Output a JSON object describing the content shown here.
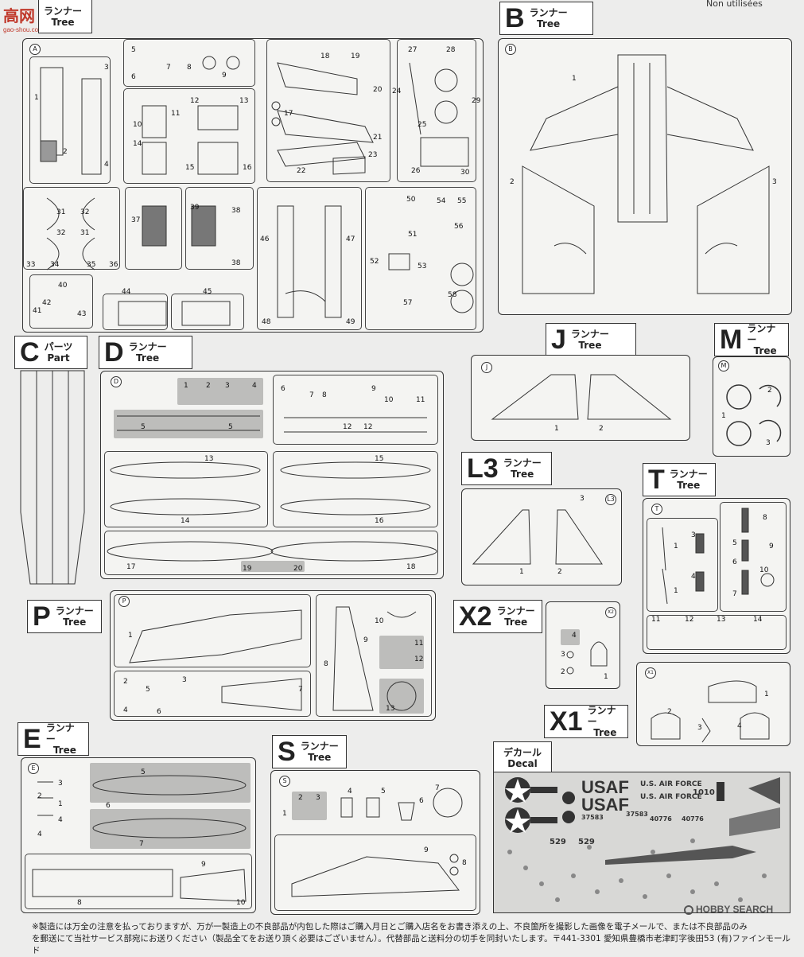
{
  "header": {
    "top_right_note": "Non utilisées"
  },
  "watermark_top": {
    "brand_cn": "高网",
    "brand_url": "gao-shou.com"
  },
  "watermark_bottom": {
    "brand": "HOBBY SEARCH"
  },
  "runners": {
    "A": {
      "letter": "",
      "jp": "ランナー",
      "en": "Tree",
      "tag": "A"
    },
    "B": {
      "letter": "B",
      "jp": "ランナー",
      "en": "Tree",
      "tag": "B"
    },
    "C": {
      "letter": "C",
      "jp": "パーツ",
      "en": "Part"
    },
    "D": {
      "letter": "D",
      "jp": "ランナー",
      "en": "Tree",
      "tag": "D"
    },
    "J": {
      "letter": "J",
      "jp": "ランナー",
      "en": "Tree",
      "tag": "J"
    },
    "M": {
      "letter": "M",
      "jp": "ランナー",
      "en": "Tree",
      "tag": "M"
    },
    "L3": {
      "letter": "L3",
      "jp": "ランナー",
      "en": "Tree",
      "tag": "L3"
    },
    "T": {
      "letter": "T",
      "jp": "ランナー",
      "en": "Tree",
      "tag": "T"
    },
    "P": {
      "letter": "P",
      "jp": "ランナー",
      "en": "Tree",
      "tag": "P"
    },
    "X2": {
      "letter": "X2",
      "jp": "ランナー",
      "en": "Tree",
      "tag": "X2"
    },
    "X1": {
      "letter": "X1",
      "jp": "ランナー",
      "en": "Tree",
      "tag": "X1"
    },
    "E": {
      "letter": "E",
      "jp": "ランナー",
      "en": "Tree",
      "tag": "E"
    },
    "S": {
      "letter": "S",
      "jp": "ランナー",
      "en": "Tree",
      "tag": "S"
    },
    "decal": {
      "jp": "デカール",
      "en": "Decal"
    }
  },
  "decal_text": {
    "usaf1": "USAF",
    "usaf2": "USAF",
    "usaf_small1": "U.S. AIR FORCE",
    "usaf_small2": "U.S. AIR FORCE",
    "serial1": "37583",
    "serial2": "37583",
    "serial3": "40776",
    "serial4": "40776",
    "code1": "529",
    "code2": "529",
    "tail": "1010"
  },
  "footer": {
    "line1": "※製造には万全の注意を払っておりますが、万が一製造上の不良部品が内包した際はご購入月日とご購入店名をお書き添えの上、不良箇所を撮影した画像を電子メールで、または不良部品のみ",
    "line2": "を郵送にて当社サービス部宛にお送りください（製品全てをお送り頂く必要はございません）。代替部品と送料分の切手を同封いたします。〒441-3301 愛知県豊橋市老津町字後田53 (有)ファインモールド"
  }
}
